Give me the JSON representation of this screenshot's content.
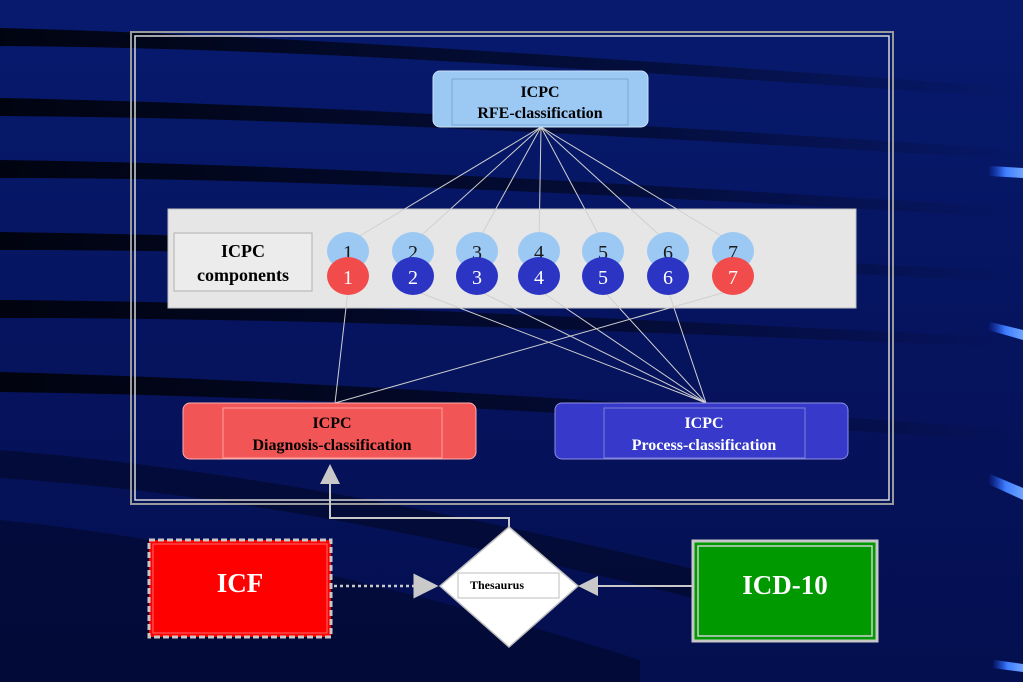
{
  "colors": {
    "background": "#05125e",
    "rfe_box": "#9cc8f4",
    "components_panel": "#e6e6e6",
    "light_circle": "#9cc8f4",
    "red_circle": "#f24b4b",
    "blue_circle": "#2c34c4",
    "diagnosis_box": "#f25555",
    "process_box": "#3639c9",
    "icf_box": "#ff0000",
    "icd_box": "#009900",
    "thesaurus_box": "#ffffff"
  },
  "rfe": {
    "line1": "ICPC",
    "line2": "RFE-classification"
  },
  "components": {
    "line1": "ICPC",
    "line2": "components",
    "items": [
      {
        "num": "1",
        "color": "red"
      },
      {
        "num": "2",
        "color": "blue"
      },
      {
        "num": "3",
        "color": "blue"
      },
      {
        "num": "4",
        "color": "blue"
      },
      {
        "num": "5",
        "color": "blue"
      },
      {
        "num": "6",
        "color": "blue"
      },
      {
        "num": "7",
        "color": "red"
      }
    ]
  },
  "diagnosis": {
    "line1": "ICPC",
    "line2": "Diagnosis-classification"
  },
  "process": {
    "line1": "ICPC",
    "line2": "Process-classification"
  },
  "icf": {
    "label": "ICF"
  },
  "thesaurus": {
    "label": "Thesaurus"
  },
  "icd": {
    "label": "ICD-10"
  }
}
